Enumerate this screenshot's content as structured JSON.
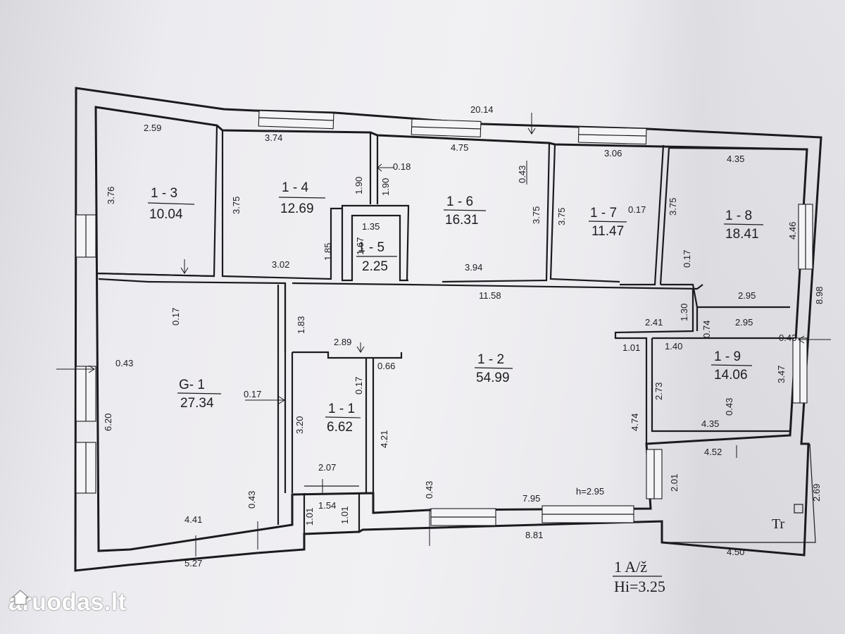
{
  "rooms": {
    "r13": {
      "id": "1 - 3",
      "area": "10.04"
    },
    "r14": {
      "id": "1 - 4",
      "area": "12.69"
    },
    "r15": {
      "id": "1 - 5",
      "area": "2.25"
    },
    "r16": {
      "id": "1 - 6",
      "area": "16.31"
    },
    "r17": {
      "id": "1 - 7",
      "area": "11.47"
    },
    "r18": {
      "id": "1 - 8",
      "area": "18.41"
    },
    "r19": {
      "id": "1 - 9",
      "area": "14.06"
    },
    "r12": {
      "id": "1 - 2",
      "area": "54.99"
    },
    "r11": {
      "id": "1 - 1",
      "area": "6.62"
    },
    "g1": {
      "id": "G- 1",
      "area": "27.34"
    }
  },
  "dims": {
    "d2014": "20.14",
    "d259": "2.59",
    "d374": "3.74",
    "d475": "4.75",
    "d306": "3.06",
    "d435a": "4.35",
    "d376": "3.76",
    "d375a": "3.75",
    "d190a": "1.90",
    "d018": "0.18",
    "d190b": "1.90",
    "d043a": "0.43",
    "d375b": "3.75",
    "d375c": "3.75",
    "d017a": "0.17",
    "d375d": "3.75",
    "d446": "4.46",
    "d135": "1.35",
    "d167": "1.67",
    "d185": "1.85",
    "d302": "3.02",
    "d394": "3.94",
    "d1158": "11.58",
    "d017b": "0.17",
    "d295a": "2.95",
    "d898": "8.98",
    "d017c": "0.17",
    "d183": "1.83",
    "d130": "1.30",
    "d241": "2.41",
    "d074": "0.74",
    "d295b": "2.95",
    "d101a": "1.01",
    "d140": "1.40",
    "d043b": "0.43",
    "d289": "2.89",
    "d066": "0.66",
    "d043c": "0.43",
    "d017d": "0.17",
    "d017e": "0.17",
    "d620": "6.20",
    "d320": "3.20",
    "d421": "4.21",
    "d273": "2.73",
    "d347": "3.47",
    "d474": "4.74",
    "d043d": "0.43",
    "d435b": "4.35",
    "d452": "4.52",
    "d207": "2.07",
    "d043e": "0.43",
    "d043f": "0.43",
    "d201": "2.01",
    "d269": "2.69",
    "d795": "7.95",
    "h295": "h=2.95",
    "d441": "4.41",
    "d101b": "1.01",
    "d154": "1.54",
    "d101c": "1.01",
    "d881": "8.81",
    "d527": "5.27",
    "d450": "4.50",
    "tr": "Tr"
  },
  "legend": {
    "line1": "1 A/ž",
    "line2": "Hi=3.25"
  },
  "watermark": {
    "text": "aruodas.lt"
  }
}
